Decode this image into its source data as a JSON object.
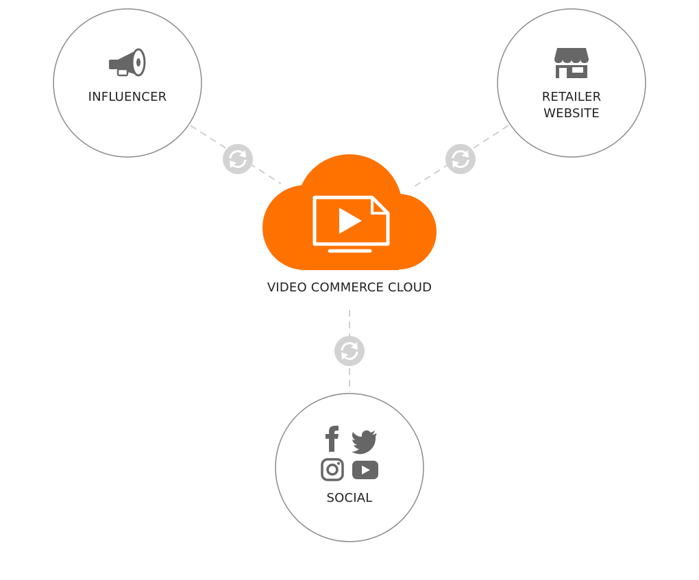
{
  "diagram": {
    "center": {
      "label": "VIDEO COMMERCE CLOUD",
      "icon": "video-screen-icon"
    },
    "nodes": {
      "influencer": {
        "label": "INFLUENCER",
        "icon": "megaphone-icon"
      },
      "retailer": {
        "line1": "RETAILER",
        "line2": "WEBSITE",
        "icon": "storefront-icon"
      },
      "social": {
        "label": "SOCIAL",
        "icons": [
          "facebook-icon",
          "twitter-icon",
          "instagram-icon",
          "youtube-icon"
        ]
      }
    },
    "connector_icon": "sync-icon"
  },
  "colors": {
    "accent": "#FF7200",
    "circle_stroke": "#8a8a8a",
    "connector": "#d0d0d0",
    "icon": "#666666",
    "text": "#222222"
  }
}
